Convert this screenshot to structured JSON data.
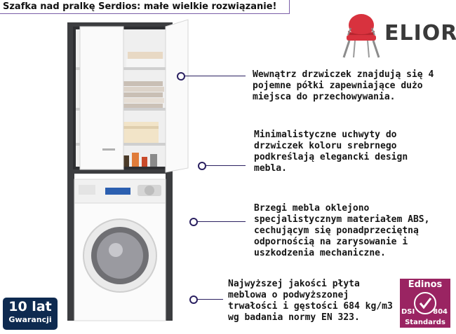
{
  "header": {
    "title": "Szafka nad pralkę Serdios: małe wielkie rozwiązanie!"
  },
  "brand": {
    "name": "ELIOR",
    "icon": "chair-icon"
  },
  "callouts": [
    {
      "text": "Wewnątrz drzwiczek znajdują się 4\npojemne półki zapewniające dużo\nmiejsca do przechowywania."
    },
    {
      "text": "Minimalistyczne uchwyty do\ndrzwiczek koloru srebrnego\npodkreślają elegancki design\nmebla."
    },
    {
      "text": "Brzegi mebla oklejono\nspecjalistycznym materiałem ABS,\ncechującym się ponadprzeciętną\nodpornością na zarysowanie i\nuszkodzenia mechaniczne."
    },
    {
      "text": "Najwyższej jakości płyta\nmeblowa o podwyższonej\ntrwałości i gęstości 684 kg/m3\nwg badania normy EN 323."
    }
  ],
  "warranty": {
    "amount": "10 lat",
    "label": "Gwarancji"
  },
  "certificate": {
    "name": "Edinos",
    "left_code": "DSI",
    "right_code": "804",
    "standards": "Standards"
  },
  "colors": {
    "accent": "#2a2060",
    "warranty_bg": "#0e2a50",
    "cert_bg": "#9a2462",
    "chair_red": "#d8323e",
    "cabinet_dark": "#3c3d40"
  }
}
